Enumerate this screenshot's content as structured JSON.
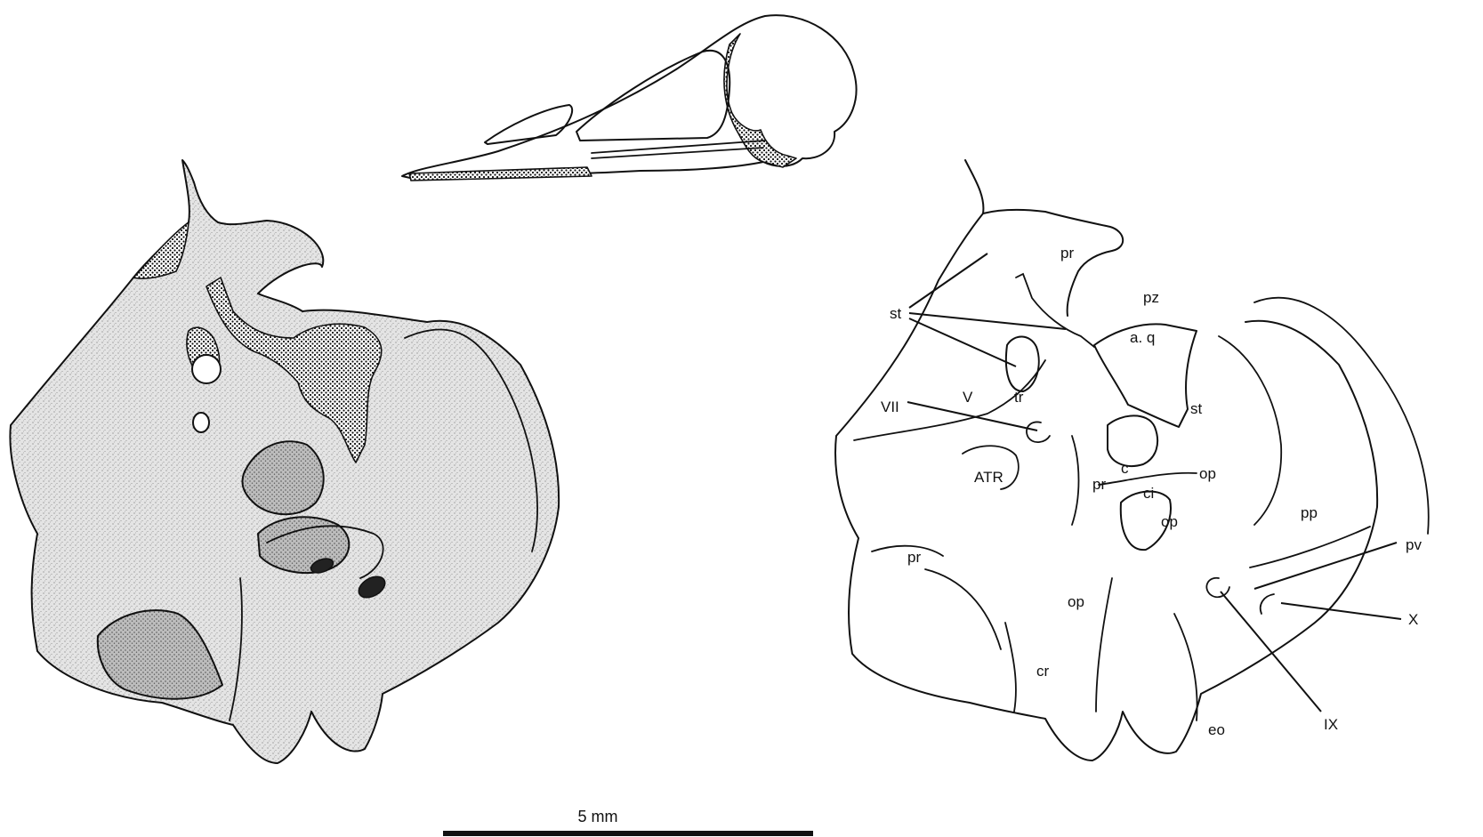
{
  "diagram": {
    "labels": {
      "pr_top": "pr",
      "pz": "pz",
      "st_left": "st",
      "a_q": "a. q",
      "st_center": "st",
      "tr": "tr",
      "V": "V",
      "VII": "VII",
      "ATR": "ATR",
      "c": "c",
      "op_upper": "op",
      "pr_mid": "pr",
      "ci": "ci",
      "op_mid": "op",
      "pp": "pp",
      "pv": "pv",
      "pr_lower": "pr",
      "op_lower": "op",
      "X": "X",
      "cr": "cr",
      "eo": "eo",
      "IX": "IX"
    },
    "scale_bar": {
      "label": "5 mm"
    }
  }
}
